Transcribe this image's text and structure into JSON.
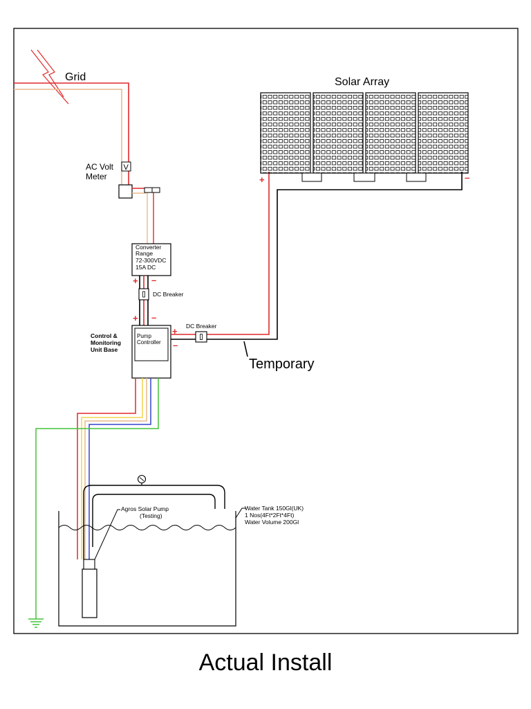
{
  "labels": {
    "grid": "Grid",
    "solar_array": "Solar Array",
    "ac_volt": "AC Volt",
    "meter": "Meter",
    "volt_symbol": "V",
    "converter_line1": "Converter",
    "converter_line2": "Range",
    "converter_line3": "72-300VDC",
    "converter_line4": "15A DC",
    "dc_breaker_1": "DC Breaker",
    "dc_breaker_2": "DC Breaker",
    "control_line1": "Control &",
    "control_line2": "Monitoring",
    "control_line3": "Unit Base",
    "pump_controller_line1": "Pump",
    "pump_controller_line2": "Controller",
    "temporary": "Temporary",
    "pump_line1": "Agros Solar Pump",
    "pump_line2": "(Testing)",
    "tank_line1": "Water Tank 150Gl(UK)",
    "tank_line2": "1 Nos(4Ft*2Ft*4Ft)",
    "tank_line3": "Water Volume 200Gl",
    "plus": "+",
    "minus": "–"
  },
  "caption": "Actual Install",
  "colors": {
    "line": "#000000",
    "positive": "#e0282a",
    "neutral": "#e8b98c",
    "yellow": "#f2d64b",
    "blue": "#3344cc",
    "green": "#43c43a",
    "sign_red": "#e0282a"
  }
}
